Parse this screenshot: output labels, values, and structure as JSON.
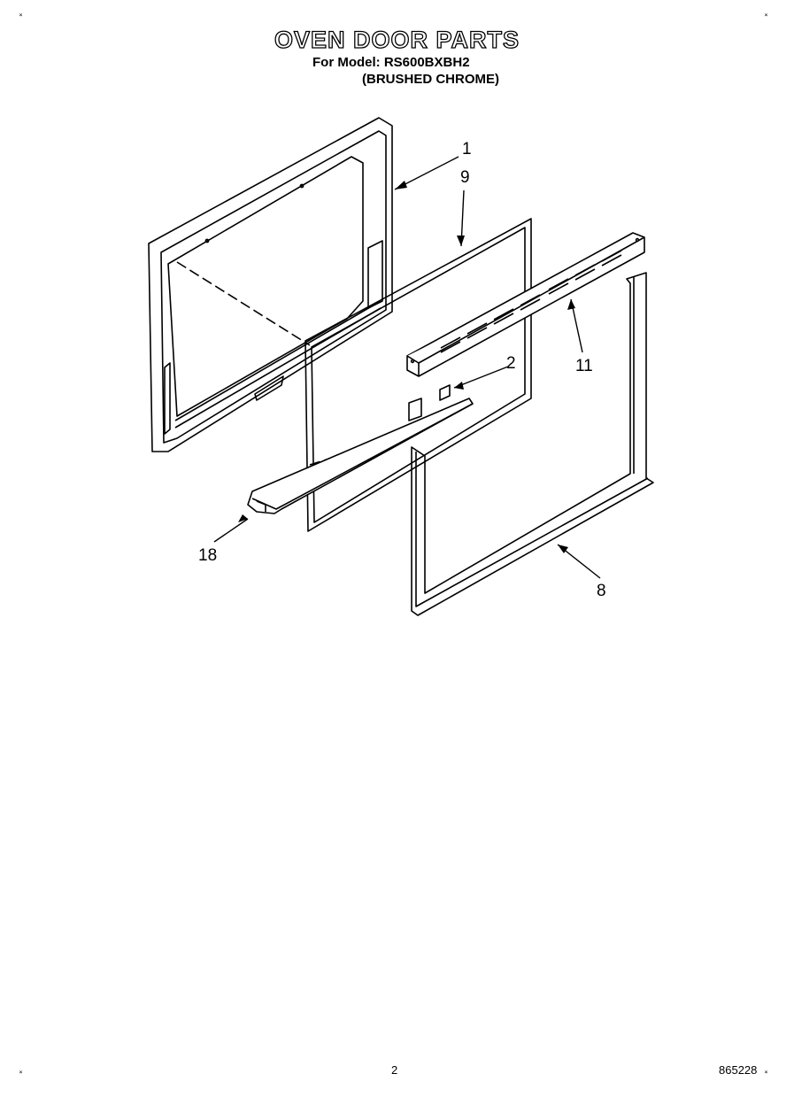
{
  "header": {
    "title": "OVEN DOOR PARTS",
    "model_line": "For Model: RS600BXBH2",
    "finish_line": "(BRUSHED CHROME)"
  },
  "callouts": {
    "c1": "1",
    "c9": "9",
    "c2": "2",
    "c11": "11",
    "c18": "18",
    "c8": "8"
  },
  "footer": {
    "page_number": "2",
    "document_number": "865228"
  },
  "registration_mark": "˟"
}
